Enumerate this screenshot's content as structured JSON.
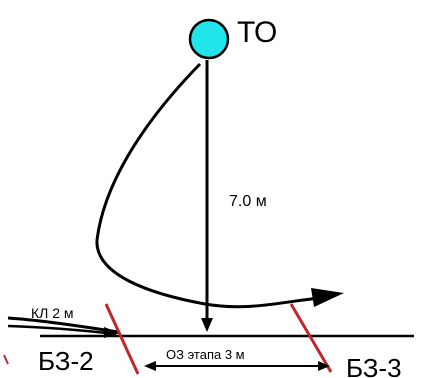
{
  "labels": {
    "start_point": "ТО",
    "vertical_distance": "7.0 м",
    "kl_distance": "КЛ 2 м",
    "bz_left": "БЗ-2",
    "bz_right": "БЗ-3",
    "oz_span": "ОЗ этапа 3 м"
  },
  "colors": {
    "circle_fill": "#22e5ec",
    "line": "#000000",
    "marker": "#c0272d",
    "background": "#ffffff"
  }
}
